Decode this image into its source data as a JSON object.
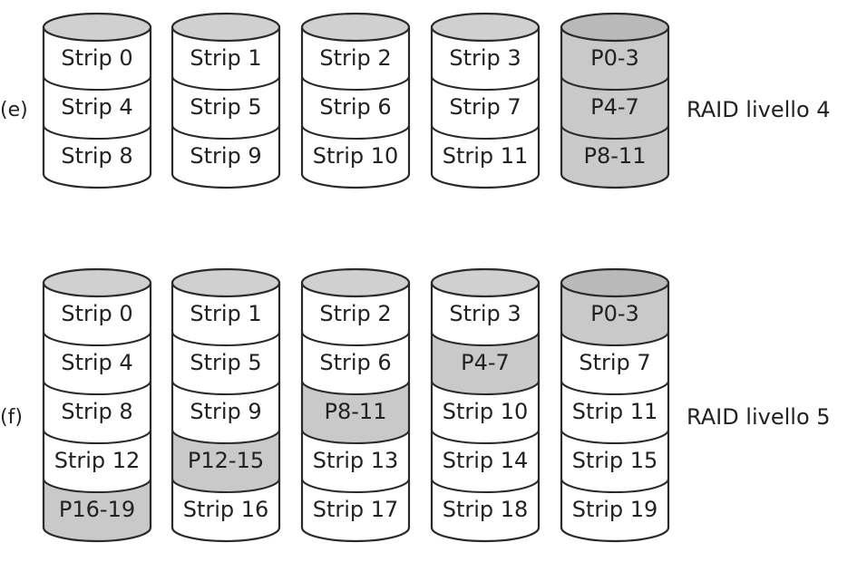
{
  "colors": {
    "parity_fill": "#c9c9c9",
    "strip_fill": "#ffffff",
    "top_fill": "#d0d0d0",
    "stroke": "#2a2a2a",
    "text": "#222222"
  },
  "groups": [
    {
      "letter": "(e)",
      "label": "RAID livello 4",
      "disks": [
        {
          "cells": [
            {
              "text": "Strip 0",
              "parity": false
            },
            {
              "text": "Strip 4",
              "parity": false
            },
            {
              "text": "Strip 8",
              "parity": false
            }
          ]
        },
        {
          "cells": [
            {
              "text": "Strip 1",
              "parity": false
            },
            {
              "text": "Strip 5",
              "parity": false
            },
            {
              "text": "Strip 9",
              "parity": false
            }
          ]
        },
        {
          "cells": [
            {
              "text": "Strip 2",
              "parity": false
            },
            {
              "text": "Strip 6",
              "parity": false
            },
            {
              "text": "Strip 10",
              "parity": false
            }
          ]
        },
        {
          "cells": [
            {
              "text": "Strip 3",
              "parity": false
            },
            {
              "text": "Strip 7",
              "parity": false
            },
            {
              "text": "Strip 11",
              "parity": false
            }
          ]
        },
        {
          "cells": [
            {
              "text": "P0-3",
              "parity": true
            },
            {
              "text": "P4-7",
              "parity": true
            },
            {
              "text": "P8-11",
              "parity": true
            }
          ]
        }
      ]
    },
    {
      "letter": "(f)",
      "label": "RAID livello 5",
      "disks": [
        {
          "cells": [
            {
              "text": "Strip 0",
              "parity": false
            },
            {
              "text": "Strip 4",
              "parity": false
            },
            {
              "text": "Strip 8",
              "parity": false
            },
            {
              "text": "Strip 12",
              "parity": false
            },
            {
              "text": "P16-19",
              "parity": true
            }
          ]
        },
        {
          "cells": [
            {
              "text": "Strip 1",
              "parity": false
            },
            {
              "text": "Strip 5",
              "parity": false
            },
            {
              "text": "Strip 9",
              "parity": false
            },
            {
              "text": "P12-15",
              "parity": true
            },
            {
              "text": "Strip 16",
              "parity": false
            }
          ]
        },
        {
          "cells": [
            {
              "text": "Strip 2",
              "parity": false
            },
            {
              "text": "Strip 6",
              "parity": false
            },
            {
              "text": "P8-11",
              "parity": true
            },
            {
              "text": "Strip 13",
              "parity": false
            },
            {
              "text": "Strip 17",
              "parity": false
            }
          ]
        },
        {
          "cells": [
            {
              "text": "Strip 3",
              "parity": false
            },
            {
              "text": "P4-7",
              "parity": true
            },
            {
              "text": "Strip 10",
              "parity": false
            },
            {
              "text": "Strip 14",
              "parity": false
            },
            {
              "text": "Strip 18",
              "parity": false
            }
          ]
        },
        {
          "cells": [
            {
              "text": "P0-3",
              "parity": true
            },
            {
              "text": "Strip 7",
              "parity": false
            },
            {
              "text": "Strip 11",
              "parity": false
            },
            {
              "text": "Strip 15",
              "parity": false
            },
            {
              "text": "Strip 19",
              "parity": false
            }
          ]
        }
      ]
    }
  ]
}
